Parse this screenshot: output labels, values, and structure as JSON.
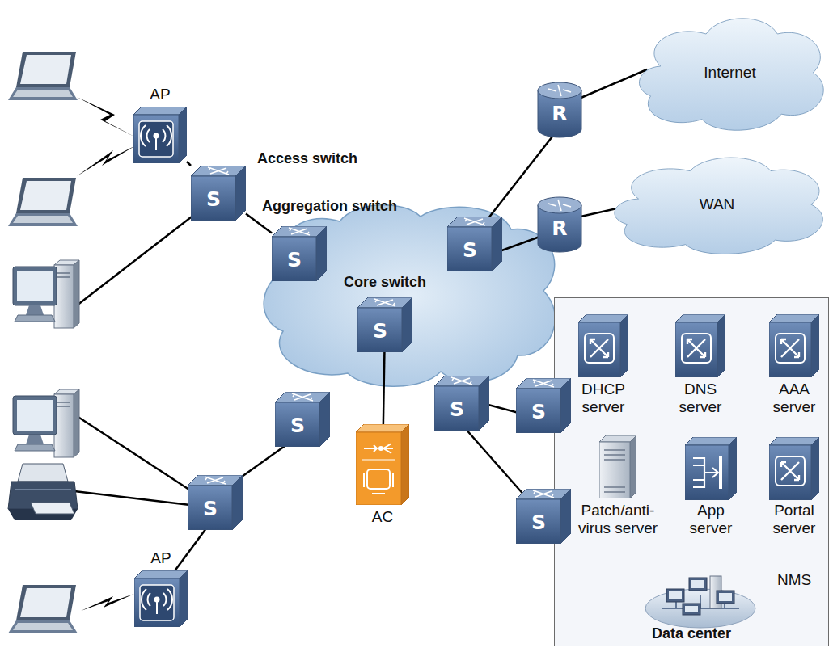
{
  "diagram": {
    "nodes": [
      {
        "text": [
          "AP"
        ]
      },
      {
        "text": [
          "Access switch"
        ]
      },
      {
        "text": [
          "Aggregation switch"
        ]
      },
      {
        "text": [
          "Internet"
        ]
      },
      {
        "text": [
          "WAN"
        ]
      },
      {
        "text": [
          "Core switch"
        ]
      },
      {
        "text": [
          "Data center"
        ]
      },
      {
        "text": [
          "DHCP server"
        ],
        "in": 6
      },
      {
        "text": [
          "DNS server"
        ],
        "in": 6
      },
      {
        "text": [
          "AAA server"
        ],
        "in": 6
      },
      {
        "text": [
          "Patch/anti-virus server"
        ],
        "in": 6
      },
      {
        "text": [
          "App server"
        ],
        "in": 6
      },
      {
        "text": [
          "Portal server"
        ],
        "in": 6
      },
      {
        "text": [
          "NMS"
        ],
        "in": 6
      },
      {
        "text": [
          "AC"
        ]
      },
      {
        "text": [
          "AP"
        ]
      }
    ],
    "edges": [
      {
        "from": 0,
        "to": 1,
        "arrow": "none"
      },
      {
        "from": 1,
        "to": 2,
        "arrow": "none"
      },
      {
        "from": 5,
        "to": 14,
        "arrow": "none"
      }
    ],
    "labels": [
      "S",
      "R",
      "S",
      "S",
      "R",
      "S",
      "S",
      "S",
      "S",
      "S",
      "S"
    ]
  }
}
